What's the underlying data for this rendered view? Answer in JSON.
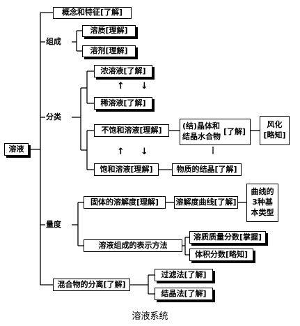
{
  "root": "溶液",
  "level1": {
    "concept": "概念和特征[了解]",
    "composition": "组成",
    "classification": "分类",
    "quantity": "量度",
    "separation": "混合物的分离[了解]"
  },
  "composition": {
    "solute": "溶质[理解]",
    "solvent": "溶剂[理解]"
  },
  "classification": {
    "concentrated": "浓溶液[了解]",
    "dilute": "稀溶液[了解]",
    "unsaturated": "不饱和溶液[理解]",
    "saturated": "饱和溶液[理解]",
    "crystal_hydrate_line1": "(结)晶体和",
    "crystal_hydrate_line2": "结晶水合物",
    "crystal_hydrate_level": "[了解]",
    "efflorescence_line1": "风化",
    "efflorescence_line2": "[略知]",
    "crystallization": "物质的结晶[了解]"
  },
  "quantity": {
    "solubility": "固体的溶解度[理解]",
    "solubility_curve": "溶解度曲线[了解]",
    "curve_types_line1": "曲线的",
    "curve_types_line2": "3种基",
    "curve_types_line3": "本类型",
    "composition_expression": "溶液组成的表示方法",
    "mass_fraction": "溶质质量分数[掌握]",
    "volume_fraction": "体积分数[略知]"
  },
  "separation": {
    "filtration": "过滤法[了解]",
    "crystallization_method": "结晶法[了解]"
  },
  "symbols": {
    "up": "↑",
    "down": "↓"
  },
  "caption": "溶液系统"
}
